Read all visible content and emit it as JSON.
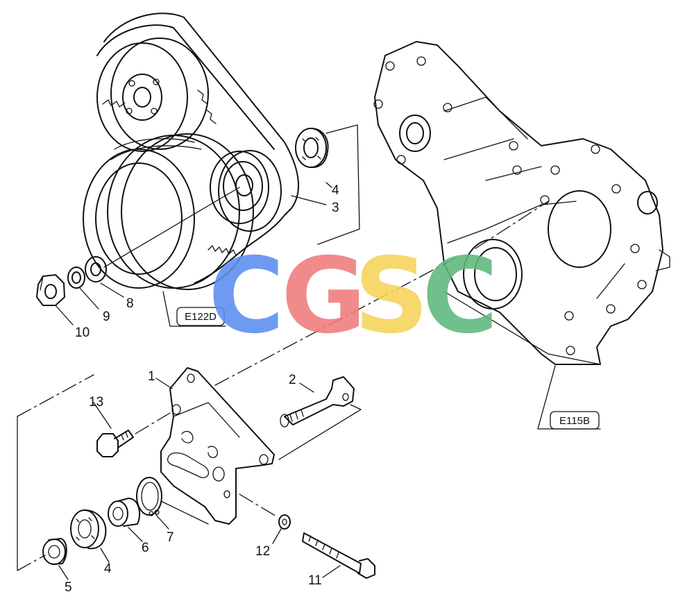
{
  "callouts": [
    {
      "id": "1",
      "label": "1"
    },
    {
      "id": "2",
      "label": "2"
    },
    {
      "id": "3",
      "label": "3"
    },
    {
      "id": "4a",
      "label": "4"
    },
    {
      "id": "4b",
      "label": "4"
    },
    {
      "id": "5",
      "label": "5"
    },
    {
      "id": "6",
      "label": "6"
    },
    {
      "id": "7",
      "label": "7"
    },
    {
      "id": "8",
      "label": "8"
    },
    {
      "id": "9",
      "label": "9"
    },
    {
      "id": "10",
      "label": "10"
    },
    {
      "id": "11",
      "label": "11"
    },
    {
      "id": "12",
      "label": "12"
    },
    {
      "id": "13",
      "label": "13"
    }
  ],
  "references": {
    "ref_pulley": "E122D",
    "ref_cover": "E115B"
  },
  "watermark": {
    "letters": [
      "C",
      "G",
      "S",
      "C"
    ],
    "colors": [
      "#5b8ef0",
      "#f07c7c",
      "#f5d35a",
      "#5cb87a"
    ]
  }
}
